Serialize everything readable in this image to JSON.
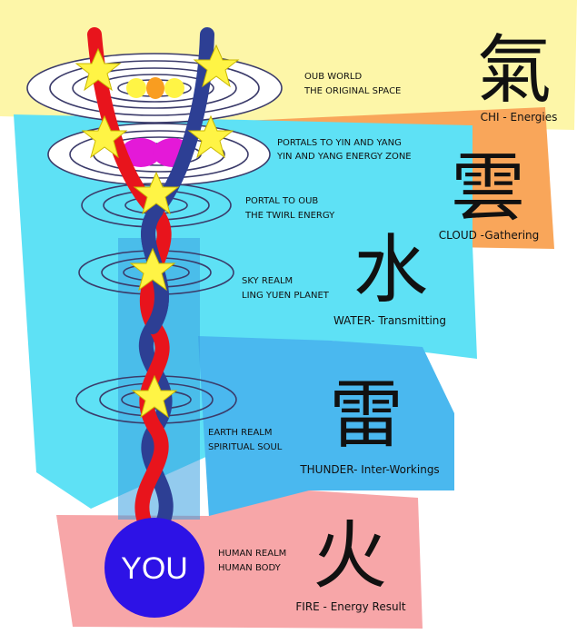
{
  "levels": [
    {
      "glyph": "氣",
      "caption": "CHI - Energies",
      "label": [
        "OUB WORLD",
        "THE ORIGINAL SPACE"
      ]
    },
    {
      "glyph": "雲",
      "caption": "CLOUD -Gathering",
      "label": [
        "PORTALS TO YIN AND YANG",
        "YIN AND YANG ENERGY ZONE"
      ]
    },
    {
      "glyph": "",
      "caption": "",
      "label": [
        "PORTAL TO OUB",
        "THE TWIRL ENERGY"
      ]
    },
    {
      "glyph": "水",
      "caption": "WATER- Transmitting",
      "label": [
        "SKY REALM",
        "LING YUEN PLANET"
      ]
    },
    {
      "glyph": "雷",
      "caption": "THUNDER- Inter-Workings",
      "label": [
        "EARTH REALM",
        "SPIRITUAL SOUL"
      ]
    },
    {
      "glyph": "火",
      "caption": "FIRE - Energy Result",
      "label": [
        "HUMAN REALM",
        "HUMAN BODY"
      ]
    }
  ],
  "you_label": "YOU",
  "colors": {
    "chi_band": "#fdf6a8",
    "cloud_band": "#f9a65a",
    "water_band": "#5ee1f5",
    "thunder_band": "#4ab8ef",
    "fire_band": "#f7a6a8",
    "red_strand": "#e8141c",
    "blue_strand": "#2d3f94",
    "star": "#fff445",
    "you_circle": "#2d12e6",
    "magenta": "#e419d8"
  }
}
